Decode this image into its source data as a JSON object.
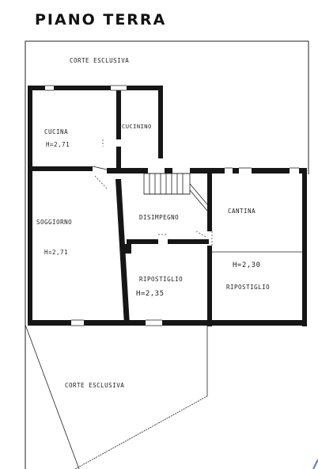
{
  "drawing": {
    "title": "PIANO TERRA",
    "ink_color": "#1a1a1a",
    "accent_line_color": "#5b7bd8"
  },
  "labels": {
    "corte_top": "CORTE ESCLUSIVA",
    "cucina": "CUCINA",
    "cucina_h": "H=2,71",
    "cucinino": "CUCININO",
    "disimpegno": "DISIMPEGNO",
    "cantina": "CANTINA",
    "cantina_h": "H=2,30",
    "soggiorno": "SOGGIORNO",
    "soggiorno_h": "H=2,71",
    "ripostiglio_a": "RIPOSTIGLIO",
    "ripostiglio_a_h": "H=2,35",
    "ripostiglio_b": "RIPOSTIGLIO",
    "corte_bottom": "CORTE ESCLUSIVA"
  }
}
